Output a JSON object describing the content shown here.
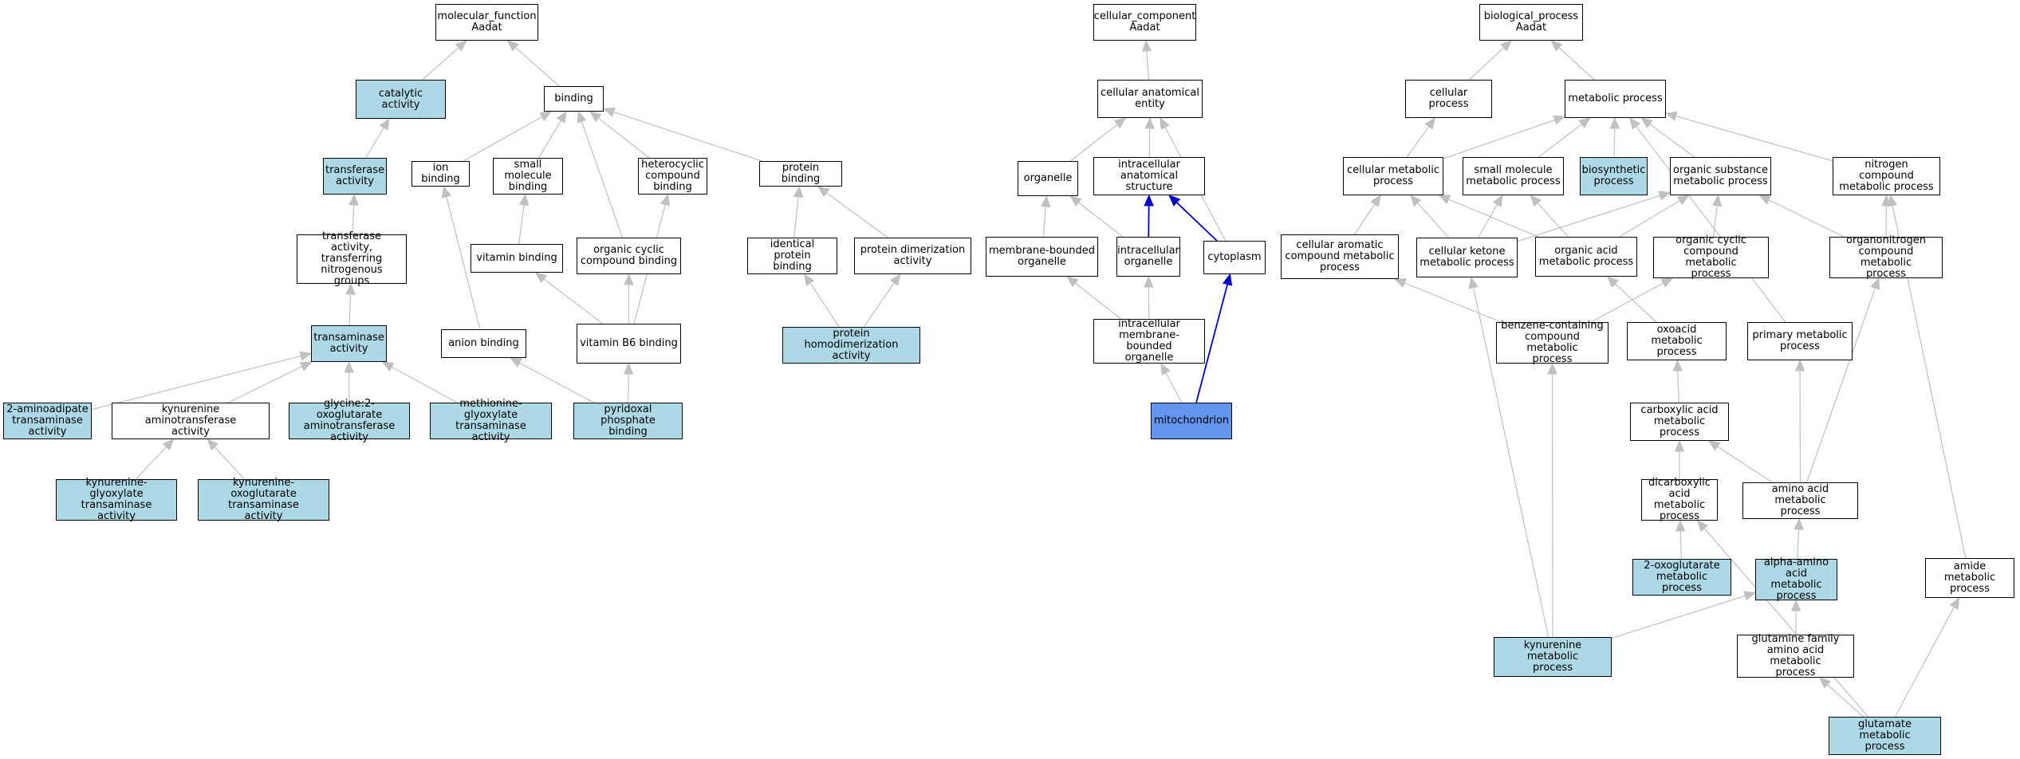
{
  "graph": {
    "colors": {
      "node_fill": "#ffffff",
      "highlight_fill": "#add8e6",
      "focus_fill": "#6495ed",
      "edge_gray": "#c0c0c0",
      "edge_path": "#0000cd"
    },
    "nodes": [
      {
        "id": "mf",
        "label": "molecular_function\nAadat",
        "style": "plain"
      },
      {
        "id": "cat",
        "label": "catalytic activity",
        "style": "hl"
      },
      {
        "id": "bind",
        "label": "binding",
        "style": "plain"
      },
      {
        "id": "trans",
        "label": "transferase\nactivity",
        "style": "hl"
      },
      {
        "id": "ion",
        "label": "ion binding",
        "style": "plain"
      },
      {
        "id": "smb",
        "label": "small molecule\nbinding",
        "style": "plain"
      },
      {
        "id": "het",
        "label": "heterocyclic\ncompound binding",
        "style": "plain"
      },
      {
        "id": "prot",
        "label": "protein binding",
        "style": "plain"
      },
      {
        "id": "tng",
        "label": "transferase\nactivity, transferring\nnitrogenous\ngroups",
        "style": "plain"
      },
      {
        "id": "vit",
        "label": "vitamin binding",
        "style": "plain"
      },
      {
        "id": "occ",
        "label": "organic cyclic\ncompound binding",
        "style": "plain"
      },
      {
        "id": "idp",
        "label": "identical protein\nbinding",
        "style": "plain"
      },
      {
        "id": "pdim",
        "label": "protein dimerization\nactivity",
        "style": "plain"
      },
      {
        "id": "tam",
        "label": "transaminase\nactivity",
        "style": "hl"
      },
      {
        "id": "anion",
        "label": "anion binding",
        "style": "plain"
      },
      {
        "id": "b6",
        "label": "vitamin B6 binding",
        "style": "plain"
      },
      {
        "id": "phd",
        "label": "protein homodimerization\nactivity",
        "style": "hl"
      },
      {
        "id": "aad",
        "label": "2-aminoadipate\ntransaminase\nactivity",
        "style": "hl"
      },
      {
        "id": "kat",
        "label": "kynurenine aminotransferase\nactivity",
        "style": "plain"
      },
      {
        "id": "gly",
        "label": "glycine:2-oxoglutarate\naminotransferase\nactivity",
        "style": "hl"
      },
      {
        "id": "met",
        "label": "methionine-glyoxylate\ntransaminase\nactivity",
        "style": "hl"
      },
      {
        "id": "plp",
        "label": "pyridoxal phosphate\nbinding",
        "style": "hl"
      },
      {
        "id": "kgly",
        "label": "kynurenine-glyoxylate\ntransaminase\nactivity",
        "style": "hl"
      },
      {
        "id": "koxo",
        "label": "kynurenine-oxoglutarate\ntransaminase\nactivity",
        "style": "hl"
      },
      {
        "id": "cc",
        "label": "cellular_component\nAadat",
        "style": "plain"
      },
      {
        "id": "cae",
        "label": "cellular anatomical\nentity",
        "style": "plain"
      },
      {
        "id": "org",
        "label": "organelle",
        "style": "plain"
      },
      {
        "id": "ias",
        "label": "intracellular\nanatomical structure",
        "style": "plain"
      },
      {
        "id": "mbo",
        "label": "membrane-bounded\norganelle",
        "style": "plain"
      },
      {
        "id": "io",
        "label": "intracellular\norganelle",
        "style": "plain"
      },
      {
        "id": "cyto",
        "label": "cytoplasm",
        "style": "plain"
      },
      {
        "id": "imbo",
        "label": "intracellular\nmembrane-bounded\norganelle",
        "style": "plain"
      },
      {
        "id": "mito",
        "label": "mitochondrion",
        "style": "focus"
      },
      {
        "id": "bp",
        "label": "biological_process\nAadat",
        "style": "plain"
      },
      {
        "id": "cp",
        "label": "cellular process",
        "style": "plain"
      },
      {
        "id": "mp",
        "label": "metabolic process",
        "style": "plain"
      },
      {
        "id": "cmp",
        "label": "cellular metabolic\nprocess",
        "style": "plain"
      },
      {
        "id": "smmp",
        "label": "small molecule\nmetabolic process",
        "style": "plain"
      },
      {
        "id": "bio",
        "label": "biosynthetic\nprocess",
        "style": "hl"
      },
      {
        "id": "osmp",
        "label": "organic substance\nmetabolic process",
        "style": "plain"
      },
      {
        "id": "ncmp",
        "label": "nitrogen compound\nmetabolic process",
        "style": "plain"
      },
      {
        "id": "camp",
        "label": "cellular aromatic\ncompound metabolic\nprocess",
        "style": "plain"
      },
      {
        "id": "ckmp",
        "label": "cellular ketone\nmetabolic process",
        "style": "plain"
      },
      {
        "id": "oamp",
        "label": "organic acid\nmetabolic process",
        "style": "plain"
      },
      {
        "id": "ocmp",
        "label": "organic cyclic\ncompound metabolic\nprocess",
        "style": "plain"
      },
      {
        "id": "oncmp",
        "label": "organonitrogen\ncompound metabolic\nprocess",
        "style": "plain"
      },
      {
        "id": "bcmp",
        "label": "benzene-containing\ncompound metabolic\nprocess",
        "style": "plain"
      },
      {
        "id": "oxmp",
        "label": "oxoacid metabolic\nprocess",
        "style": "plain"
      },
      {
        "id": "pmp",
        "label": "primary metabolic\nprocess",
        "style": "plain"
      },
      {
        "id": "camp2",
        "label": "carboxylic acid\nmetabolic process",
        "style": "plain"
      },
      {
        "id": "dcmp",
        "label": "dicarboxylic\nacid metabolic\nprocess",
        "style": "plain"
      },
      {
        "id": "aamp",
        "label": "amino acid metabolic\nprocess",
        "style": "plain"
      },
      {
        "id": "oxg",
        "label": "2-oxoglutarate\nmetabolic process",
        "style": "hl"
      },
      {
        "id": "alaa",
        "label": "alpha-amino\nacid metabolic\nprocess",
        "style": "hl"
      },
      {
        "id": "amide",
        "label": "amide metabolic\nprocess",
        "style": "plain"
      },
      {
        "id": "kmp",
        "label": "kynurenine metabolic\nprocess",
        "style": "hl"
      },
      {
        "id": "gfam",
        "label": "glutamine family\namino acid metabolic\nprocess",
        "style": "plain"
      },
      {
        "id": "glu",
        "label": "glutamate metabolic\nprocess",
        "style": "hl"
      }
    ],
    "edges": [
      {
        "from": "cat",
        "to": "mf"
      },
      {
        "from": "bind",
        "to": "mf"
      },
      {
        "from": "trans",
        "to": "cat"
      },
      {
        "from": "ion",
        "to": "bind"
      },
      {
        "from": "smb",
        "to": "bind"
      },
      {
        "from": "het",
        "to": "bind"
      },
      {
        "from": "prot",
        "to": "bind"
      },
      {
        "from": "occ",
        "to": "bind"
      },
      {
        "from": "tng",
        "to": "trans"
      },
      {
        "from": "vit",
        "to": "smb"
      },
      {
        "from": "idp",
        "to": "prot"
      },
      {
        "from": "pdim",
        "to": "prot"
      },
      {
        "from": "tam",
        "to": "tng"
      },
      {
        "from": "anion",
        "to": "ion"
      },
      {
        "from": "b6",
        "to": "vit"
      },
      {
        "from": "b6",
        "to": "occ"
      },
      {
        "from": "b6",
        "to": "het"
      },
      {
        "from": "phd",
        "to": "idp"
      },
      {
        "from": "phd",
        "to": "pdim"
      },
      {
        "from": "aad",
        "to": "tam"
      },
      {
        "from": "kat",
        "to": "tam"
      },
      {
        "from": "gly",
        "to": "tam"
      },
      {
        "from": "met",
        "to": "tam"
      },
      {
        "from": "plp",
        "to": "anion"
      },
      {
        "from": "plp",
        "to": "b6"
      },
      {
        "from": "kgly",
        "to": "kat"
      },
      {
        "from": "koxo",
        "to": "kat"
      },
      {
        "from": "cae",
        "to": "cc"
      },
      {
        "from": "org",
        "to": "cae"
      },
      {
        "from": "ias",
        "to": "cae"
      },
      {
        "from": "cyto",
        "to": "cae"
      },
      {
        "from": "mbo",
        "to": "org"
      },
      {
        "from": "io",
        "to": "org"
      },
      {
        "from": "io",
        "to": "ias",
        "path": true
      },
      {
        "from": "cyto",
        "to": "ias",
        "path": true
      },
      {
        "from": "imbo",
        "to": "mbo"
      },
      {
        "from": "imbo",
        "to": "io"
      },
      {
        "from": "mito",
        "to": "imbo"
      },
      {
        "from": "mito",
        "to": "cyto",
        "path": true
      },
      {
        "from": "cp",
        "to": "bp"
      },
      {
        "from": "mp",
        "to": "bp"
      },
      {
        "from": "cmp",
        "to": "cp"
      },
      {
        "from": "cmp",
        "to": "mp"
      },
      {
        "from": "smmp",
        "to": "mp"
      },
      {
        "from": "bio",
        "to": "mp"
      },
      {
        "from": "osmp",
        "to": "mp"
      },
      {
        "from": "ncmp",
        "to": "mp"
      },
      {
        "from": "pmp",
        "to": "mp"
      },
      {
        "from": "camp",
        "to": "cmp"
      },
      {
        "from": "ckmp",
        "to": "cmp"
      },
      {
        "from": "ckmp",
        "to": "smmp"
      },
      {
        "from": "ckmp",
        "to": "osmp"
      },
      {
        "from": "oamp",
        "to": "smmp"
      },
      {
        "from": "oamp",
        "to": "osmp"
      },
      {
        "from": "ocmp",
        "to": "osmp"
      },
      {
        "from": "oncmp",
        "to": "osmp"
      },
      {
        "from": "oncmp",
        "to": "ncmp"
      },
      {
        "from": "oamp",
        "to": "cmp"
      },
      {
        "from": "bcmp",
        "to": "camp"
      },
      {
        "from": "bcmp",
        "to": "ocmp"
      },
      {
        "from": "oxmp",
        "to": "oamp"
      },
      {
        "from": "camp2",
        "to": "oxmp"
      },
      {
        "from": "dcmp",
        "to": "camp2"
      },
      {
        "from": "aamp",
        "to": "camp2"
      },
      {
        "from": "aamp",
        "to": "pmp"
      },
      {
        "from": "aamp",
        "to": "oncmp"
      },
      {
        "from": "oxg",
        "to": "dcmp"
      },
      {
        "from": "alaa",
        "to": "aamp"
      },
      {
        "from": "amide",
        "to": "ncmp"
      },
      {
        "from": "kmp",
        "to": "bcmp"
      },
      {
        "from": "kmp",
        "to": "ckmp"
      },
      {
        "from": "kmp",
        "to": "alaa"
      },
      {
        "from": "gfam",
        "to": "alaa"
      },
      {
        "from": "glu",
        "to": "gfam"
      },
      {
        "from": "glu",
        "to": "dcmp"
      },
      {
        "from": "glu",
        "to": "amide"
      }
    ]
  }
}
